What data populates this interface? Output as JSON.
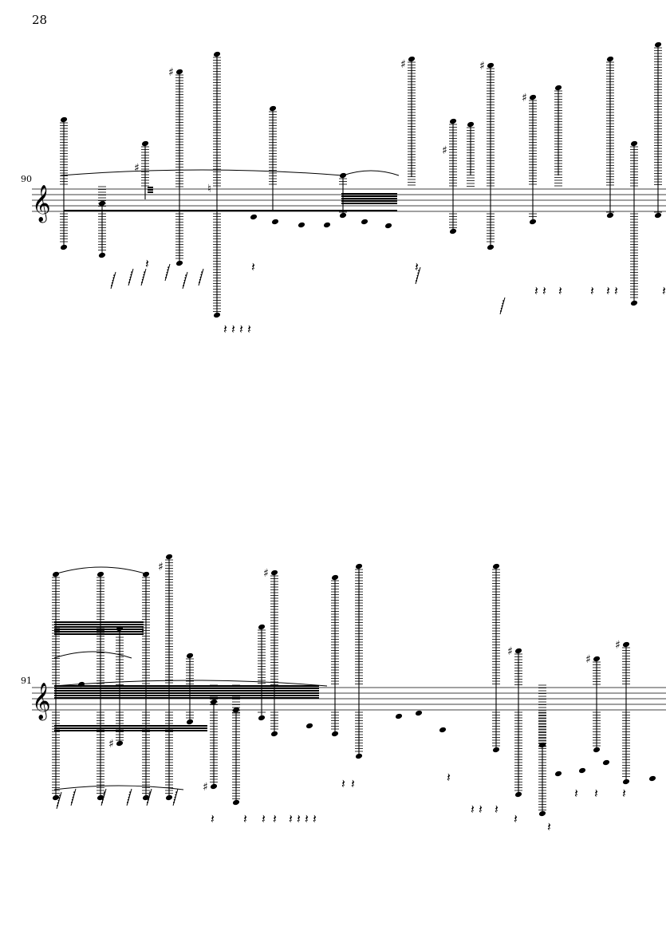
{
  "page": {
    "number": "28"
  },
  "systems": [
    {
      "id": "system-1",
      "measure_number": "90",
      "clef": "treble",
      "clef_glyph": "𝄞"
    },
    {
      "id": "system-2",
      "measure_number": "91",
      "clef": "treble",
      "clef_glyph": "𝄞"
    }
  ],
  "glyphs": {
    "sharp": "♯",
    "natural": "♮",
    "quarter_rest": "𝄽"
  }
}
